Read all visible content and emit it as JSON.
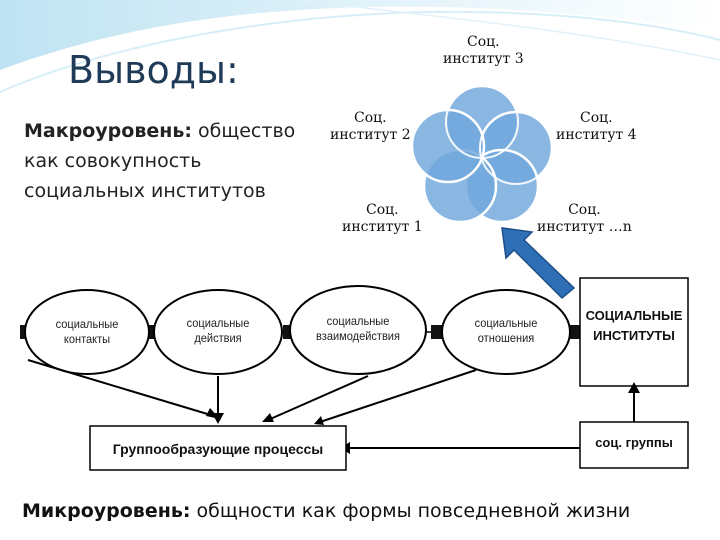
{
  "slide": {
    "title": "Выводы:",
    "macro_heading": "Макроуровень:",
    "macro_text_line1": " общество",
    "macro_text_line2": "как совокупность",
    "macro_text_line3": "социальных институтов",
    "micro_heading": "Микроуровень:",
    "micro_text": " общности как формы повседневной жизни"
  },
  "institutes": [
    {
      "line1": "Соц.",
      "line2": "институт 3"
    },
    {
      "line1": "Соц.",
      "line2": "институт 2"
    },
    {
      "line1": "Соц.",
      "line2": "институт 4"
    },
    {
      "line1": "Соц.",
      "line2": "институт 1"
    },
    {
      "line1": "Соц.",
      "line2": "институт …n"
    }
  ],
  "ovals": [
    {
      "line1": "социальные",
      "line2": "контакты"
    },
    {
      "line1": "социальные",
      "line2": "действия"
    },
    {
      "line1": "социальные",
      "line2": "взаимодействия"
    },
    {
      "line1": "социальные",
      "line2": "отношения"
    }
  ],
  "boxes": {
    "institutes_line1": "СОЦИАЛЬНЫЕ",
    "institutes_line2": "ИНСТИТУТЫ",
    "group_processes": "Группообразующие процессы",
    "social_groups": "соц. группы"
  },
  "colors": {
    "circle_fill": "#6fa7dc",
    "circle_stroke": "#ffffff",
    "arrow_fill": "#2f6fb5",
    "title": "#1f3b57"
  }
}
